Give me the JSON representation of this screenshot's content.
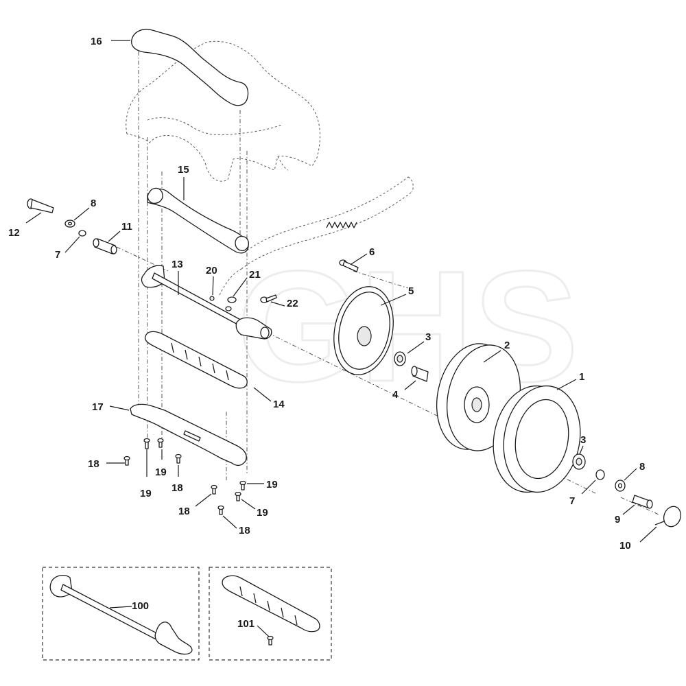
{
  "watermark": "GHS",
  "callouts": [
    {
      "id": "c16",
      "label": "16"
    },
    {
      "id": "c15",
      "label": "15"
    },
    {
      "id": "c12",
      "label": "12"
    },
    {
      "id": "c8a",
      "label": "8"
    },
    {
      "id": "c11",
      "label": "11"
    },
    {
      "id": "c7a",
      "label": "7"
    },
    {
      "id": "c13",
      "label": "13"
    },
    {
      "id": "c20",
      "label": "20"
    },
    {
      "id": "c21",
      "label": "21"
    },
    {
      "id": "c22",
      "label": "22"
    },
    {
      "id": "c6",
      "label": "6"
    },
    {
      "id": "c5",
      "label": "5"
    },
    {
      "id": "c3a",
      "label": "3"
    },
    {
      "id": "c2",
      "label": "2"
    },
    {
      "id": "c4",
      "label": "4"
    },
    {
      "id": "c1",
      "label": "1"
    },
    {
      "id": "c14",
      "label": "14"
    },
    {
      "id": "c17",
      "label": "17"
    },
    {
      "id": "c18a",
      "label": "18"
    },
    {
      "id": "c19a",
      "label": "19"
    },
    {
      "id": "c19b",
      "label": "19"
    },
    {
      "id": "c18b",
      "label": "18"
    },
    {
      "id": "c19c",
      "label": "19"
    },
    {
      "id": "c18c",
      "label": "18"
    },
    {
      "id": "c19d",
      "label": "19"
    },
    {
      "id": "c18d",
      "label": "18"
    },
    {
      "id": "c3b",
      "label": "3"
    },
    {
      "id": "c8b",
      "label": "8"
    },
    {
      "id": "c7b",
      "label": "7"
    },
    {
      "id": "c9",
      "label": "9"
    },
    {
      "id": "c10",
      "label": "10"
    },
    {
      "id": "c100",
      "label": "100"
    },
    {
      "id": "c101",
      "label": "101"
    }
  ]
}
